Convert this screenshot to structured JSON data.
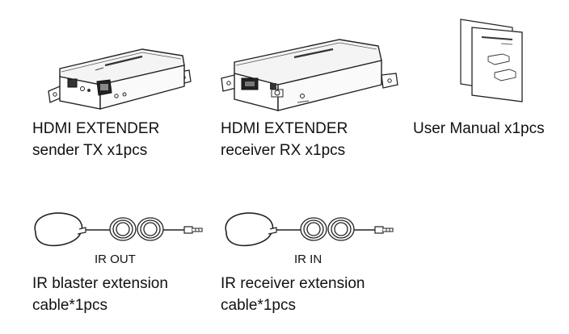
{
  "items": {
    "sender": {
      "line1": "HDMI EXTENDER",
      "line2": "sender TX x1pcs"
    },
    "receiver": {
      "line1": "HDMI EXTENDER",
      "line2": "receiver RX x1pcs"
    },
    "manual": {
      "line1": "User Manual x1pcs"
    },
    "ir_blaster": {
      "label": "IR OUT",
      "line1": "IR blaster extension",
      "line2": "cable*1pcs"
    },
    "ir_receiver": {
      "label": "IR IN",
      "line1": "IR receiver extension",
      "line2": "cable*1pcs"
    }
  }
}
